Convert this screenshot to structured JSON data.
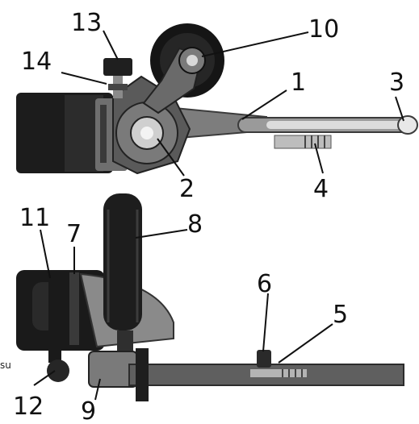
{
  "figure": {
    "description_text": "su",
    "callouts": [
      {
        "id": "1",
        "label": "1"
      },
      {
        "id": "2",
        "label": "2"
      },
      {
        "id": "3",
        "label": "3"
      },
      {
        "id": "4",
        "label": "4"
      },
      {
        "id": "5",
        "label": "5"
      },
      {
        "id": "6",
        "label": "6"
      },
      {
        "id": "7",
        "label": "7"
      },
      {
        "id": "8",
        "label": "8"
      },
      {
        "id": "9",
        "label": "9"
      },
      {
        "id": "10",
        "label": "10"
      },
      {
        "id": "11",
        "label": "11"
      },
      {
        "id": "12",
        "label": "12"
      },
      {
        "id": "13",
        "label": "13"
      },
      {
        "id": "14",
        "label": "14"
      }
    ]
  },
  "colors": {
    "tool_body": "#1c1c1c",
    "metal": "#8a8a8a",
    "metal_light": "#cfcfcf",
    "background": "#ffffff"
  }
}
